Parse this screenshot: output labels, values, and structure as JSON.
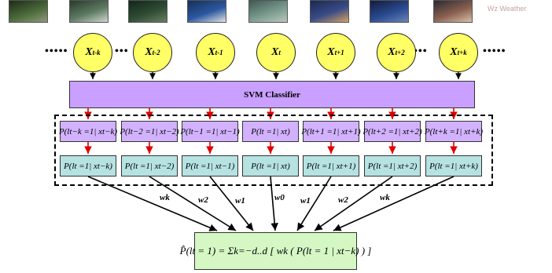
{
  "thumbnails": [
    {
      "colors": [
        "#1d2c18",
        "#4b6a3a",
        "#8f9a7a"
      ]
    },
    {
      "colors": [
        "#273b2a",
        "#5e7a62",
        "#cfd6cf"
      ]
    },
    {
      "colors": [
        "#10261a",
        "#2f4c34",
        "#6a7f64"
      ]
    },
    {
      "colors": [
        "#14305a",
        "#2c58a0",
        "#e3e3e3"
      ]
    },
    {
      "colors": [
        "#3f5a54",
        "#7a9a8e",
        "#b9c7bf"
      ]
    },
    {
      "colors": [
        "#1a2850",
        "#3a4c88",
        "#d4a060"
      ]
    },
    {
      "colors": [
        "#121c3c",
        "#2a4a90",
        "#6a84b8"
      ]
    },
    {
      "colors": [
        "#2c2a30",
        "#8a6050",
        "#d9c0a8"
      ]
    }
  ],
  "ghost_text": "Wz Weather",
  "leading_dots": "•••••",
  "gap_dots": "•••",
  "trailing_dots": "•••••",
  "nodes": [
    {
      "label": "X",
      "sub": "t-k"
    },
    {
      "label": "X",
      "sub": "t-2"
    },
    {
      "label": "X",
      "sub": "t-1"
    },
    {
      "label": "X",
      "sub": "t"
    },
    {
      "label": "X",
      "sub": "t+1"
    },
    {
      "label": "X",
      "sub": "t+2"
    },
    {
      "label": "X",
      "sub": "t+k"
    }
  ],
  "classifier_label": "SVM Classifier",
  "probability_row_top": [
    "P(lt−k =1| xt−k)",
    "P(lt−2 =1| xt−2)",
    "P(lt−1 =1| xt−1)",
    "P(lt =1| xt)",
    "P(lt+1 =1| xt+1)",
    "P(lt+2 =1| xt+2)",
    "P(lt+k =1| xt+k)"
  ],
  "probability_row_bottom": [
    "P(lt =1| xt−k)",
    "P(lt =1| xt−2)",
    "P(lt =1| xt−1)",
    "P(lt =1| xt)",
    "P(lt =1| xt+1)",
    "P(lt =1| xt+2)",
    "P(lt =1| xt+k)"
  ],
  "weights": [
    "wk",
    "w2",
    "w1",
    "w0",
    "w1",
    "w2",
    "wk"
  ],
  "result_formula": "P̂(lt = 1) = Σk=−d..d [ wk ( P(lt = 1 | xt−k) ) ]",
  "colors": {
    "node_fill": "#ffff66",
    "classifier_fill": "#c9a0ff",
    "row_top_fill": "#d2b2ff",
    "row_bottom_fill": "#b6e2e2",
    "result_fill": "#d4f7c4",
    "red_arrow": "#e00000",
    "black_arrow": "#000000"
  }
}
